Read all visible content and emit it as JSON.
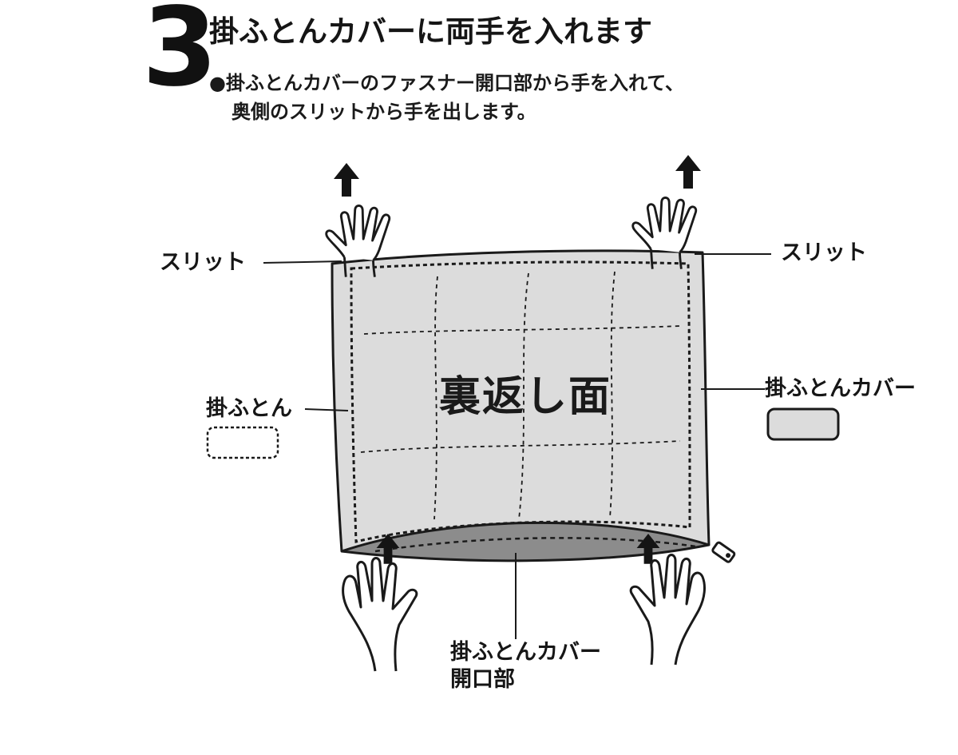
{
  "header": {
    "step_number": "3",
    "title": "掛ふとんカバーに両手を入れます",
    "desc_line1": "●掛ふとんカバーのファスナー開口部から手を入れて、",
    "desc_line2": "奥側のスリットから手を出します。"
  },
  "labels": {
    "slit_left": "スリット",
    "slit_right": "スリット",
    "futon": "掛ふとん",
    "cover": "掛ふとんカバー",
    "center": "裏返し面",
    "opening_line1": "掛ふとんカバー",
    "opening_line2": "開口部"
  },
  "colors": {
    "cover_fill": "#dcdcdc",
    "opening_fill": "#8c8c8c",
    "ink": "#161616"
  }
}
